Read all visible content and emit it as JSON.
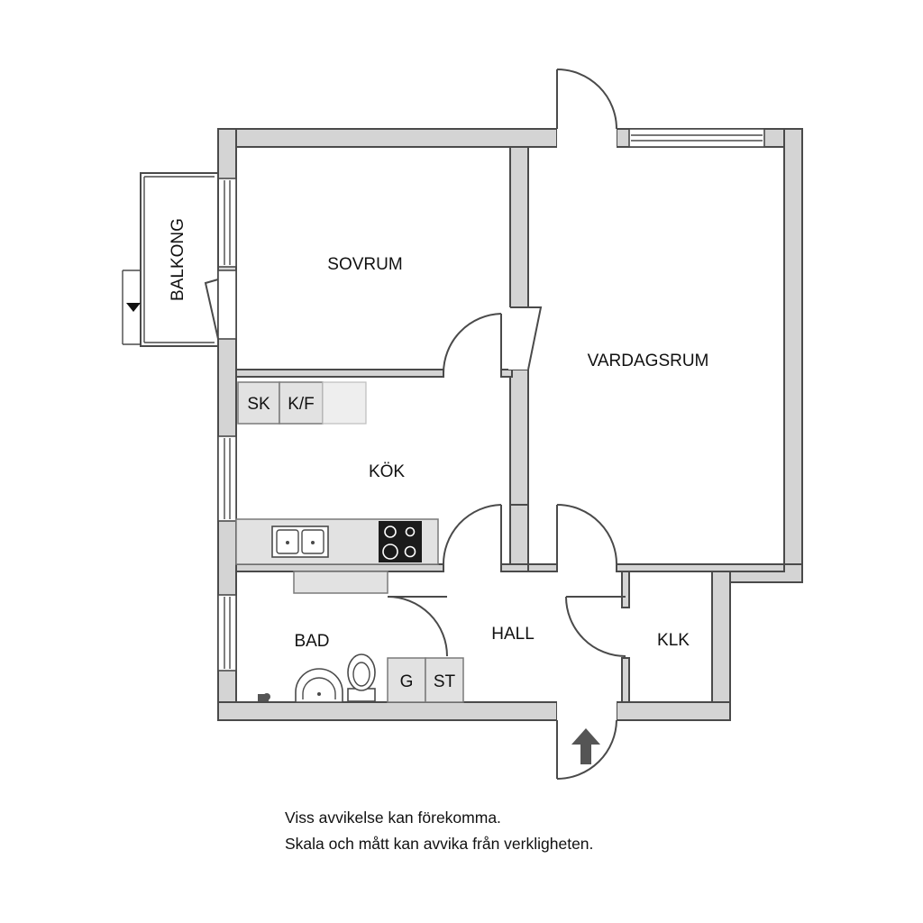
{
  "rooms": {
    "sovrum": "SOVRUM",
    "vardagsrum": "VARDAGSRUM",
    "kok": "KÖK",
    "bad": "BAD",
    "hall": "HALL",
    "klk": "KLK",
    "balkong": "BALKONG"
  },
  "fixtures": {
    "sk": "SK",
    "kf": "K/F",
    "g": "G",
    "st": "ST"
  },
  "disclaimer": {
    "line1": "Viss avvikelse kan förekomma.",
    "line2": "Skala och mått kan avvika från verkligheten."
  },
  "colors": {
    "wall_fill": "#d4d4d4",
    "line": "#4a4a4a"
  }
}
